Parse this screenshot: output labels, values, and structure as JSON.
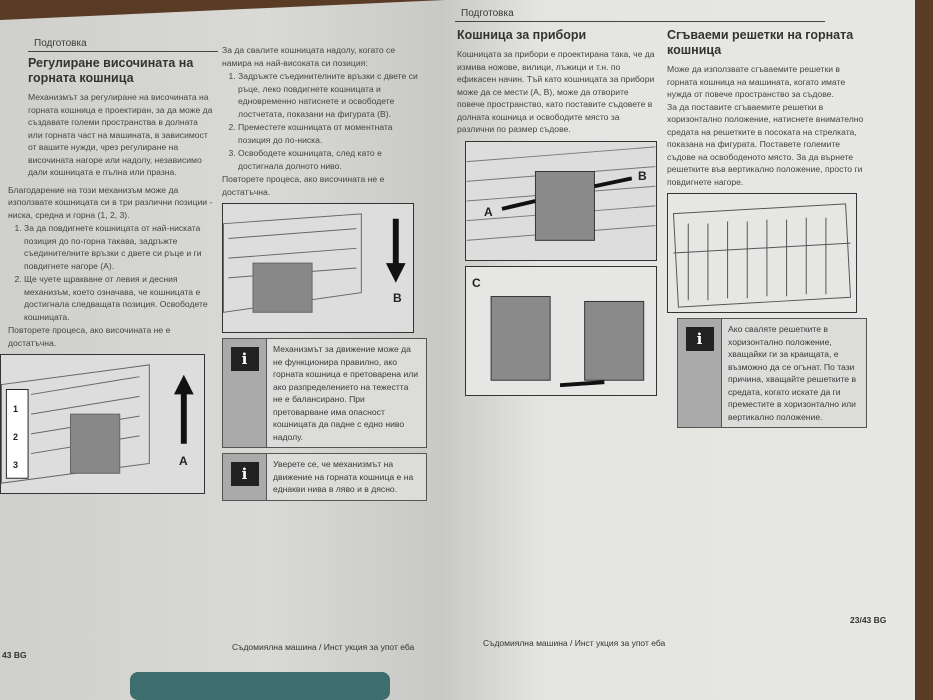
{
  "left_page": {
    "header": "Подготовка",
    "title": "Регулиране височината на горната кошница",
    "intro": "Механизмът за регулиране на височината на горната кошница е проектиран, за да може да създавате големи пространства в долната или горната част на машината, в зависимост от вашите нужди, чрез регулиране на височината нагоре или надолу, независимо дали кошницата е пълна или празна.",
    "para2": "Благодарение на този механизъм може да използвате кошницата си в три различни позиции - ниска, средна и горна (1, 2, 3).",
    "steps_up": [
      "За да повдигнете кошницата от най-ниската позиция до по-горна такава, задръжте съединителните връзки с двете си ръце и ги повдигнете нагоре (A).",
      "Ще чуете щракване от левия и десния механизъм, което означава, че кошницата е достигнала следващата позиция. Освободете кошницата."
    ],
    "repeat1": "Повторете процеса, ако височината не е достатъчна.",
    "col2_intro": "За да свалите кошницата надолу, когато се намира на най-високата си позиция:",
    "steps_down": [
      "Задръжте съединителните връзки с двете си ръце, леко повдигнете кошницата и едновременно натиснете и освободете лостчетата, показани на фигурата (B).",
      "Преместете кошницата от моментната позиция до по-ниска.",
      "Освободете кошницата, след като е достигнала долното ниво."
    ],
    "repeat2": "Повторете процеса, ако височината не е достатъчна.",
    "fig_labels": {
      "a": "A",
      "b": "B",
      "levels": [
        "1",
        "2",
        "3"
      ]
    },
    "note1": "Механизмът за движение може да не функционира правилно, ако горната кошница е претоварена или ако разпределението на тежестта не е балансирано. При претоварване има опасност кошницата да падне с едно ниво надолу.",
    "note2": "Уверете се, че механизмът на движение на горната кошница е на еднакви нива в ляво и в дясно.",
    "footer_page": "43 BG",
    "footer_text": "Съдомиялна машина / Инст укция за упот еба"
  },
  "right_page": {
    "header": "Подготовка",
    "title1": "Кошница за прибори",
    "text1": "Кошницата за прибори е проектирана така, че да измива ножове, вилици, лъжици и т.н. по ефикасен начин. Тъй като кошницата за прибори може да се мести (A, B), може да отворите повече пространство, като поставите съдовете в долната кошница и освободите място за различни по размер съдове.",
    "fig_labels": {
      "a": "A",
      "b": "B",
      "c": "C"
    },
    "title2": "Сгъваеми решетки на горната кошница",
    "text2a": "Може да използвате сгъваемите решетки в горната кошница на машината, когато имате нужда от повече пространство за съдове.",
    "text2b": "За да поставите сгъваемите решетки в хоризонтално положение, натиснете внимателно средата на решетките в посоката на стрелката, показана на фигурата. Поставете големите съдове на освободеното място. За да върнете решетките във вертикално положение, просто ги повдигнете нагоре.",
    "note": "Ако сваляте решетките в хоризонтално положение, хващайки ги за краищата, е възможно да се огънат. По тази причина, хващайте решетките в средата, когато искате да ги преместите в хоризонтално или вертикално положение.",
    "footer_text": "Съдомиялна машина / Инст укция за упот еба",
    "footer_page": "23/43 BG"
  },
  "info_icon": "i"
}
